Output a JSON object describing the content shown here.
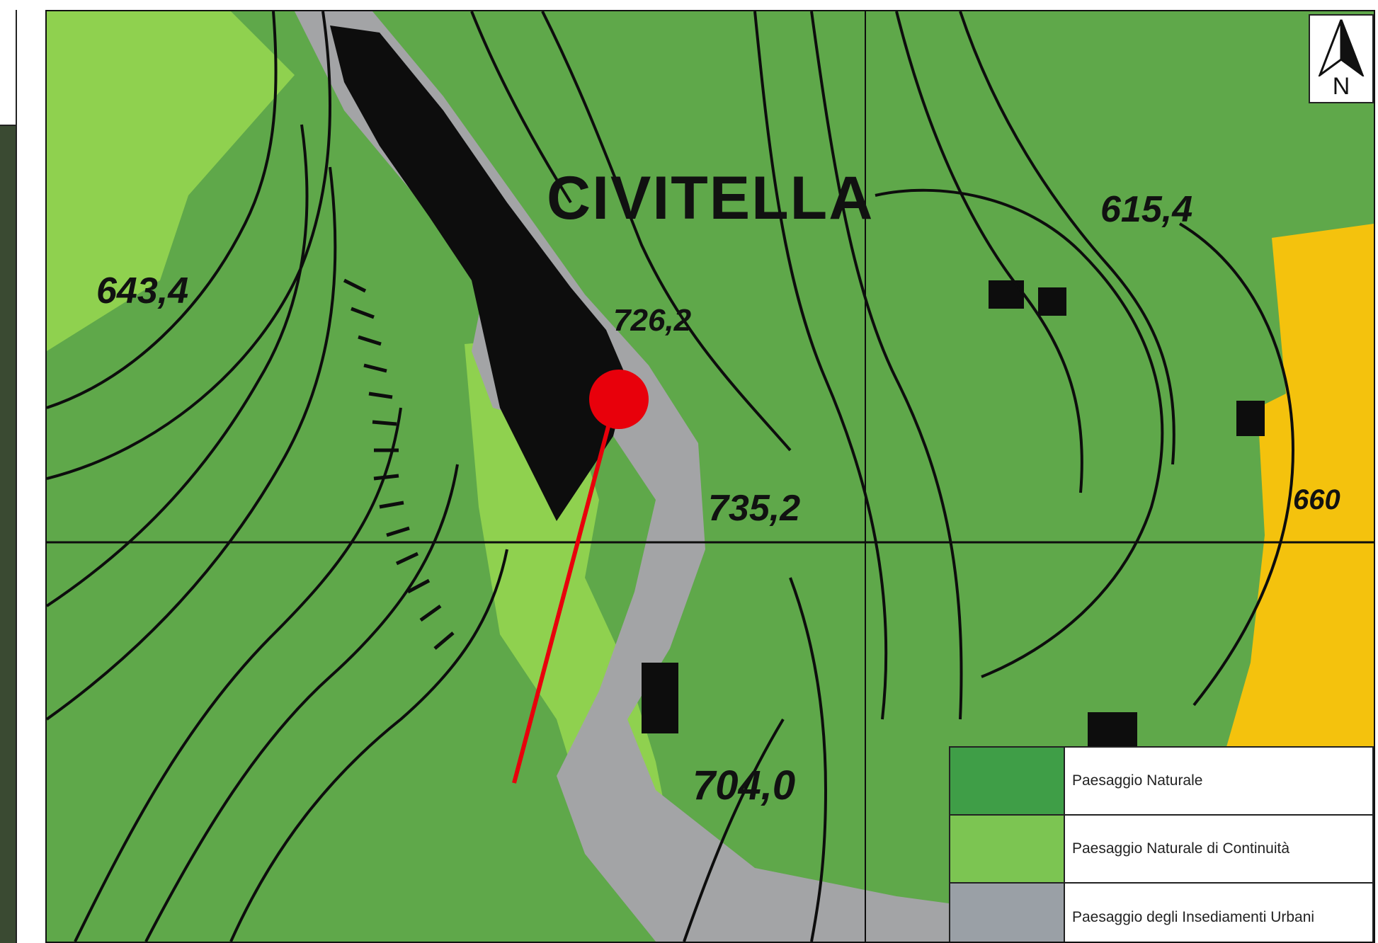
{
  "map": {
    "place_name": "CIVITELLA",
    "elevations": [
      "643,4",
      "615,4",
      "726,2",
      "735,2",
      "704,0",
      "660"
    ],
    "north_label": "N"
  },
  "legend": {
    "items": [
      {
        "label": "Paesaggio Naturale",
        "color": "#3f9e47"
      },
      {
        "label": "Paesaggio Naturale di Continuità",
        "color": "#7cc552"
      },
      {
        "label": "Paesaggio degli Insediamenti Urbani",
        "color": "#9aa0a6"
      }
    ]
  },
  "colors": {
    "natural": "#5fa84a",
    "continuity": "#8fd14f",
    "urban": "#a3a4a6",
    "agricultural": "#f4c20d",
    "marker": "#e8000b"
  }
}
